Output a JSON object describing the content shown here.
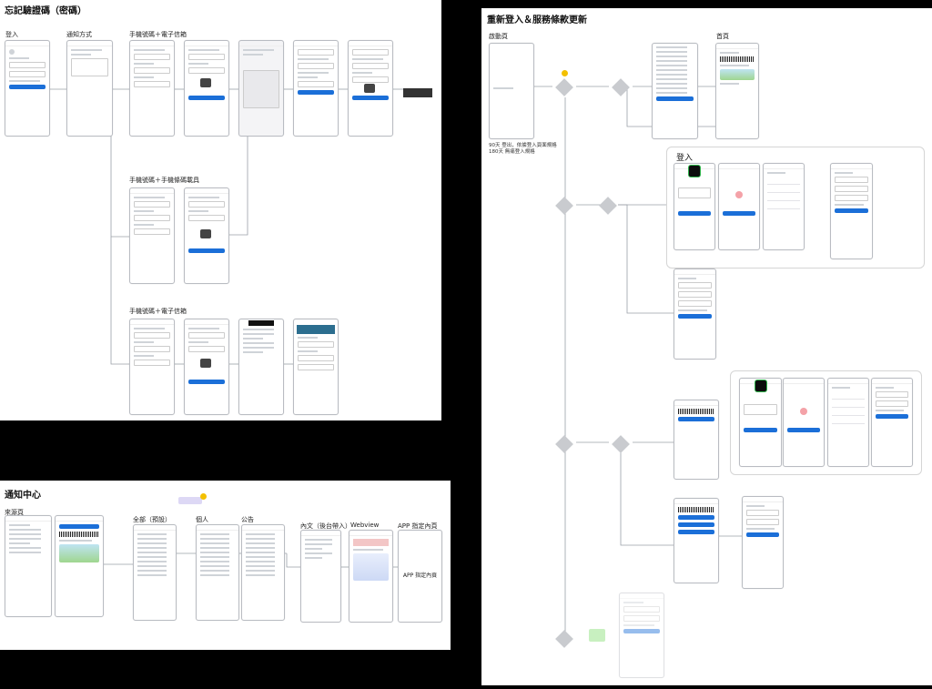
{
  "board1": {
    "title": "忘記驗證碼（密碼）",
    "labels": {
      "login": "登入",
      "notify": "通知方式",
      "phone_email_1": "手機號碼＋電子信箱",
      "phone_barcode": "手機號碼＋手機條碼載具",
      "phone_email_2": "手機號碼＋電子信箱"
    }
  },
  "board2": {
    "title": "重新登入＆服務條款更新",
    "labels": {
      "launch": "啟動頁",
      "home": "首頁",
      "login": "登入"
    },
    "note_lines": [
      "90天 登出，依據登入頁面規格",
      "180天 無痛登入規格"
    ]
  },
  "board3": {
    "title": "通知中心",
    "labels": {
      "source": "來源頁",
      "all": "全部（預設）",
      "personal": "個人",
      "announce": "公告",
      "content": "內文（後台帶入）",
      "webview": "Webview",
      "app_page": "APP 指定內頁",
      "app_page_inner": "APP 指定內頁"
    }
  },
  "colors": {
    "accent": "#1b6fd8",
    "board_bg": "#ffffff",
    "canvas_bg": "#000000"
  }
}
